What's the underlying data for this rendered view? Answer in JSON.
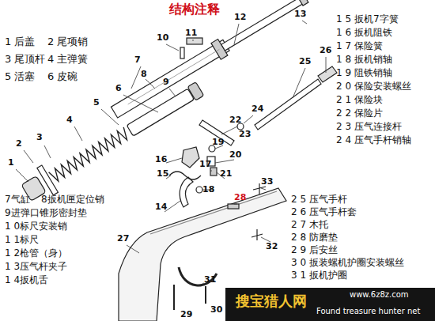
{
  "diagram": {
    "title": "结构注释",
    "labels": [
      "1 后盖",
      "2 尾项销",
      "3 尾顶杆",
      "4 主弹簧",
      "5 活塞",
      "6 皮碗",
      "1 5 扳机7字簧",
      "1 6 扳机阻铁",
      "1 7 保险簧",
      "1 8 扳机销轴",
      "1 9 阻铁销轴",
      "2 0 保险安装螺丝",
      "2 1 保险块",
      "2 2 保险片",
      "2 3 压气连接杆",
      "2 4 压气手杆销轴",
      "7气缸",
      "8扳机匣定位销",
      "9进弹口锥形密封垫",
      "1 0标尺安装销",
      "1 1标尺",
      "1 2枪管（身）",
      "1 3压气杆夹子",
      "1 4扳机舌",
      "2 5 压气手杆",
      "2 6 压气手杆套",
      "2 7 木托",
      "2 8 防磨垫",
      "2 9 后安丝",
      "3 0 扳装螺机护圈安装螺丝",
      "3 1 扳机护圈",
      "1",
      "2",
      "3",
      "4",
      "5",
      "6",
      "7",
      "8",
      "9",
      "10",
      "11",
      "12",
      "13",
      "14",
      "15",
      "16",
      "17",
      "18",
      "19",
      "20",
      "21",
      "22",
      "23",
      "24",
      "25",
      "26",
      "27",
      "28",
      "29",
      "30",
      "31",
      "32",
      "33",
      "www.6z8z.com",
      "搜宝猎人网",
      "Found treasure hunter net"
    ]
  }
}
